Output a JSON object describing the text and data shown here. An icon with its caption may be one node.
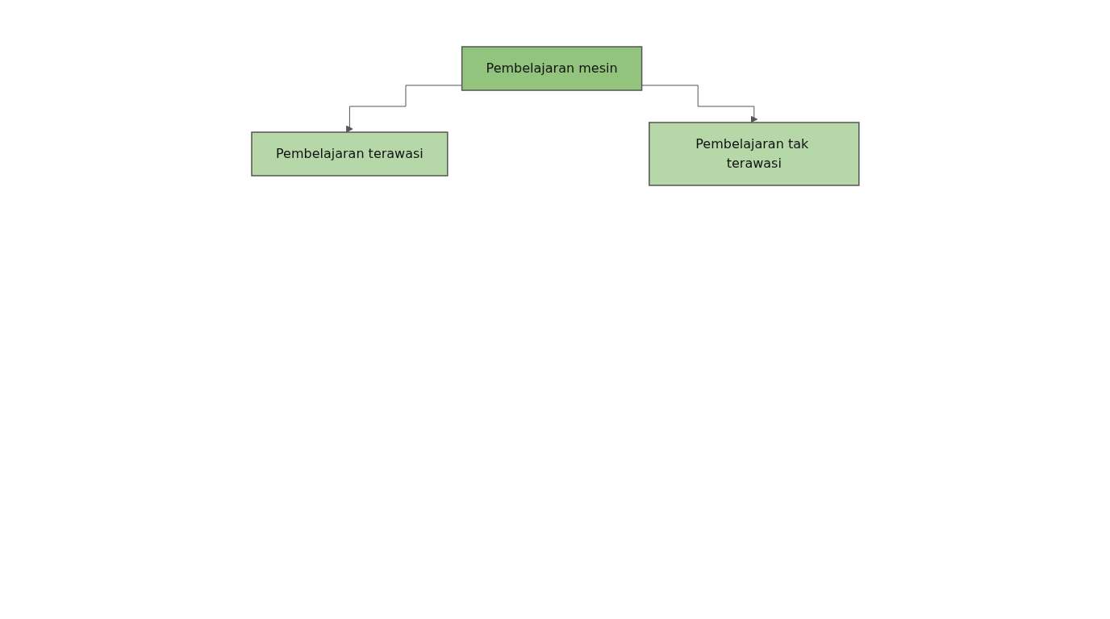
{
  "diagram": {
    "nodes": [
      {
        "text": [
          "Pembelajaran mesin"
        ]
      },
      {
        "text": [
          "Pembelajaran terawasi"
        ]
      },
      {
        "text": [
          "Pembelajaran tak terawasi"
        ]
      }
    ],
    "edges": [
      {
        "from": 0,
        "to": 1,
        "arrow": "to"
      },
      {
        "from": 0,
        "to": 2,
        "arrow": "to"
      }
    ]
  }
}
